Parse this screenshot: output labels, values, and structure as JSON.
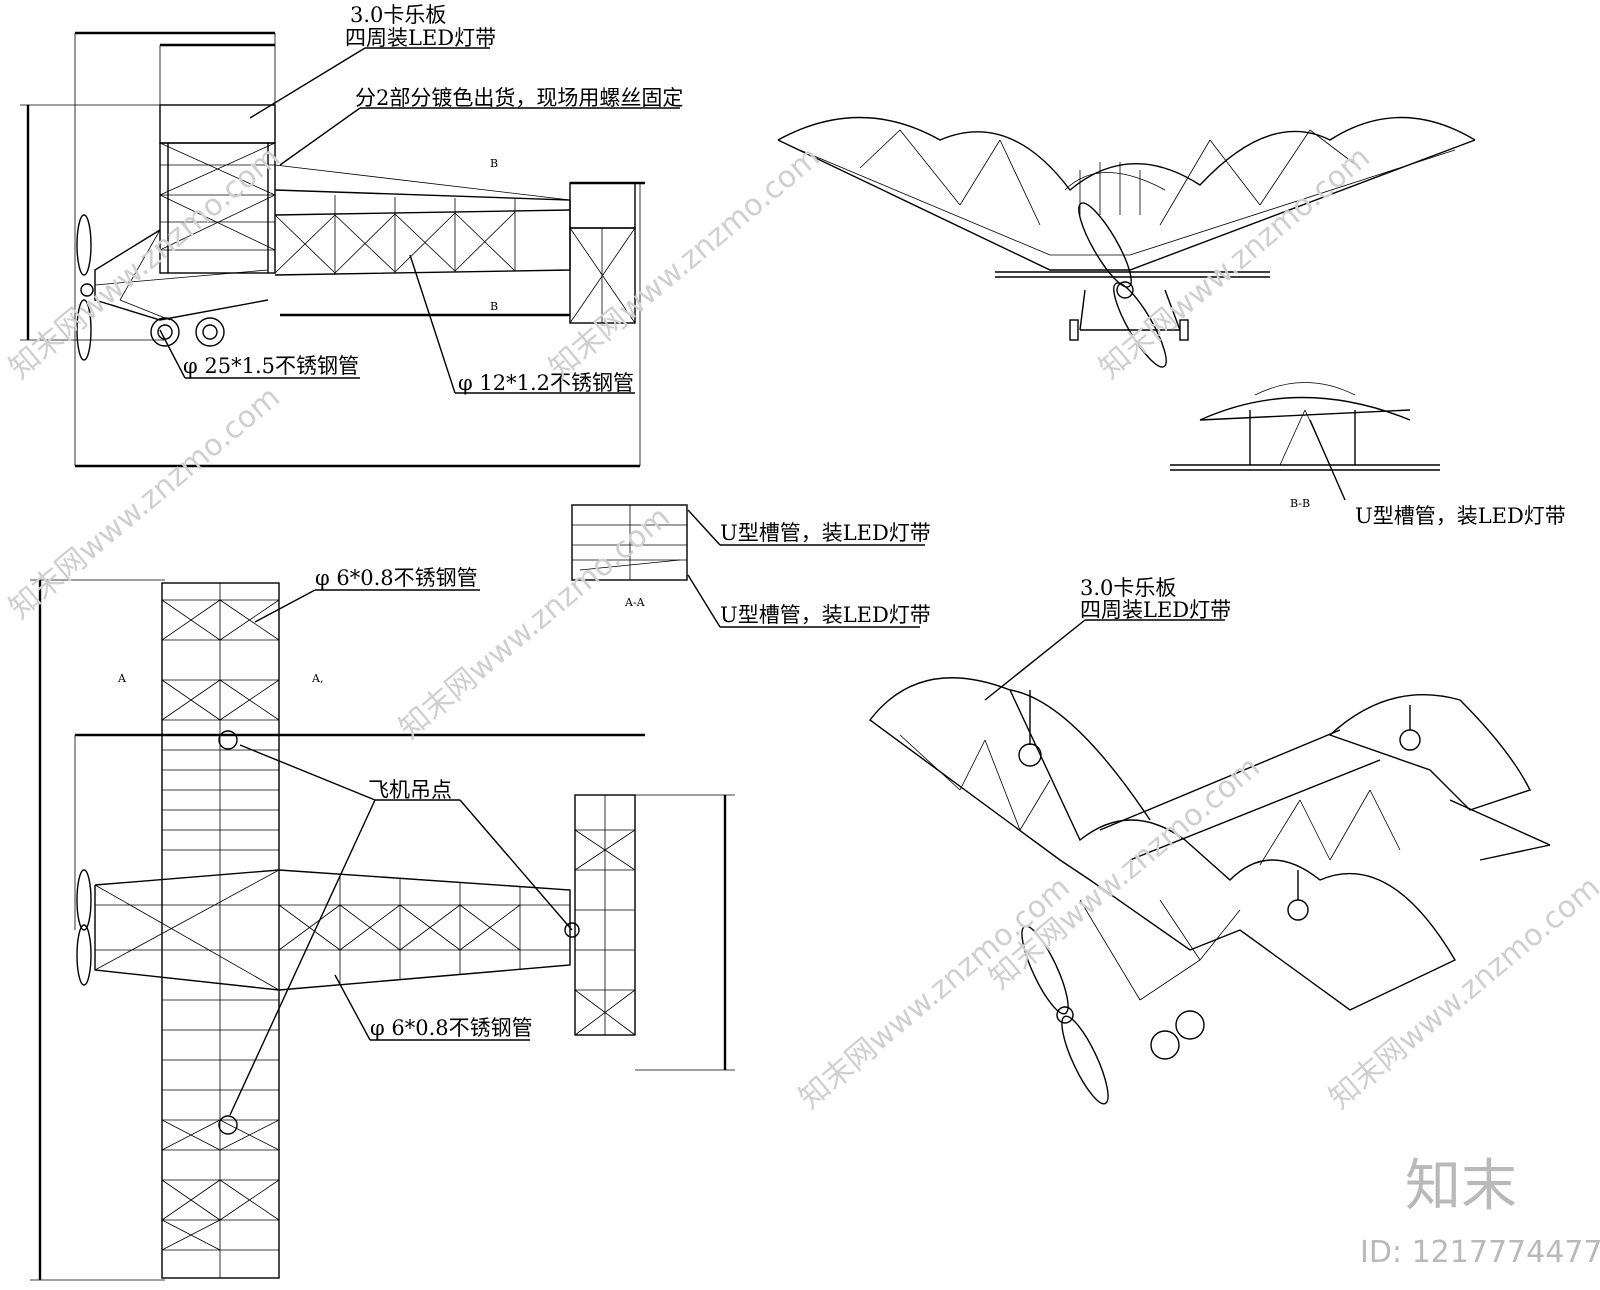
{
  "labels": {
    "panel_top": "3.0卡乐板",
    "led_perimeter": "四周装LED灯带",
    "split_note": "分2部分镀色出货，现场用螺丝固定",
    "pipe_25": "φ 25*1.5不锈钢管",
    "pipe_12": "φ 12*1.2不锈钢管",
    "pipe_6_top": "φ 6*0.8不锈钢管",
    "pipe_6_bottom": "φ 6*0.8不锈钢管",
    "hang_points": "飞机吊点",
    "u_channel_1": "U型槽管，装LED灯带",
    "u_channel_2": "U型槽管，装LED灯带",
    "u_channel_bb": "U型槽管，装LED灯带",
    "iso_panel": "3.0卡乐板",
    "iso_led": "四周装LED灯带",
    "section_aa": "A-A",
    "section_bb": "B-B",
    "mark_b1": "B",
    "mark_b2": "B",
    "mark_a1": "A",
    "mark_a2": "A,"
  },
  "watermark": {
    "text": "知末网www.znzmo.com",
    "brand": "知末",
    "id": "ID: 1217774477"
  },
  "colors": {
    "line": "#000000",
    "watermark": "#cfcfcf",
    "brand": "#b9b9b9"
  }
}
